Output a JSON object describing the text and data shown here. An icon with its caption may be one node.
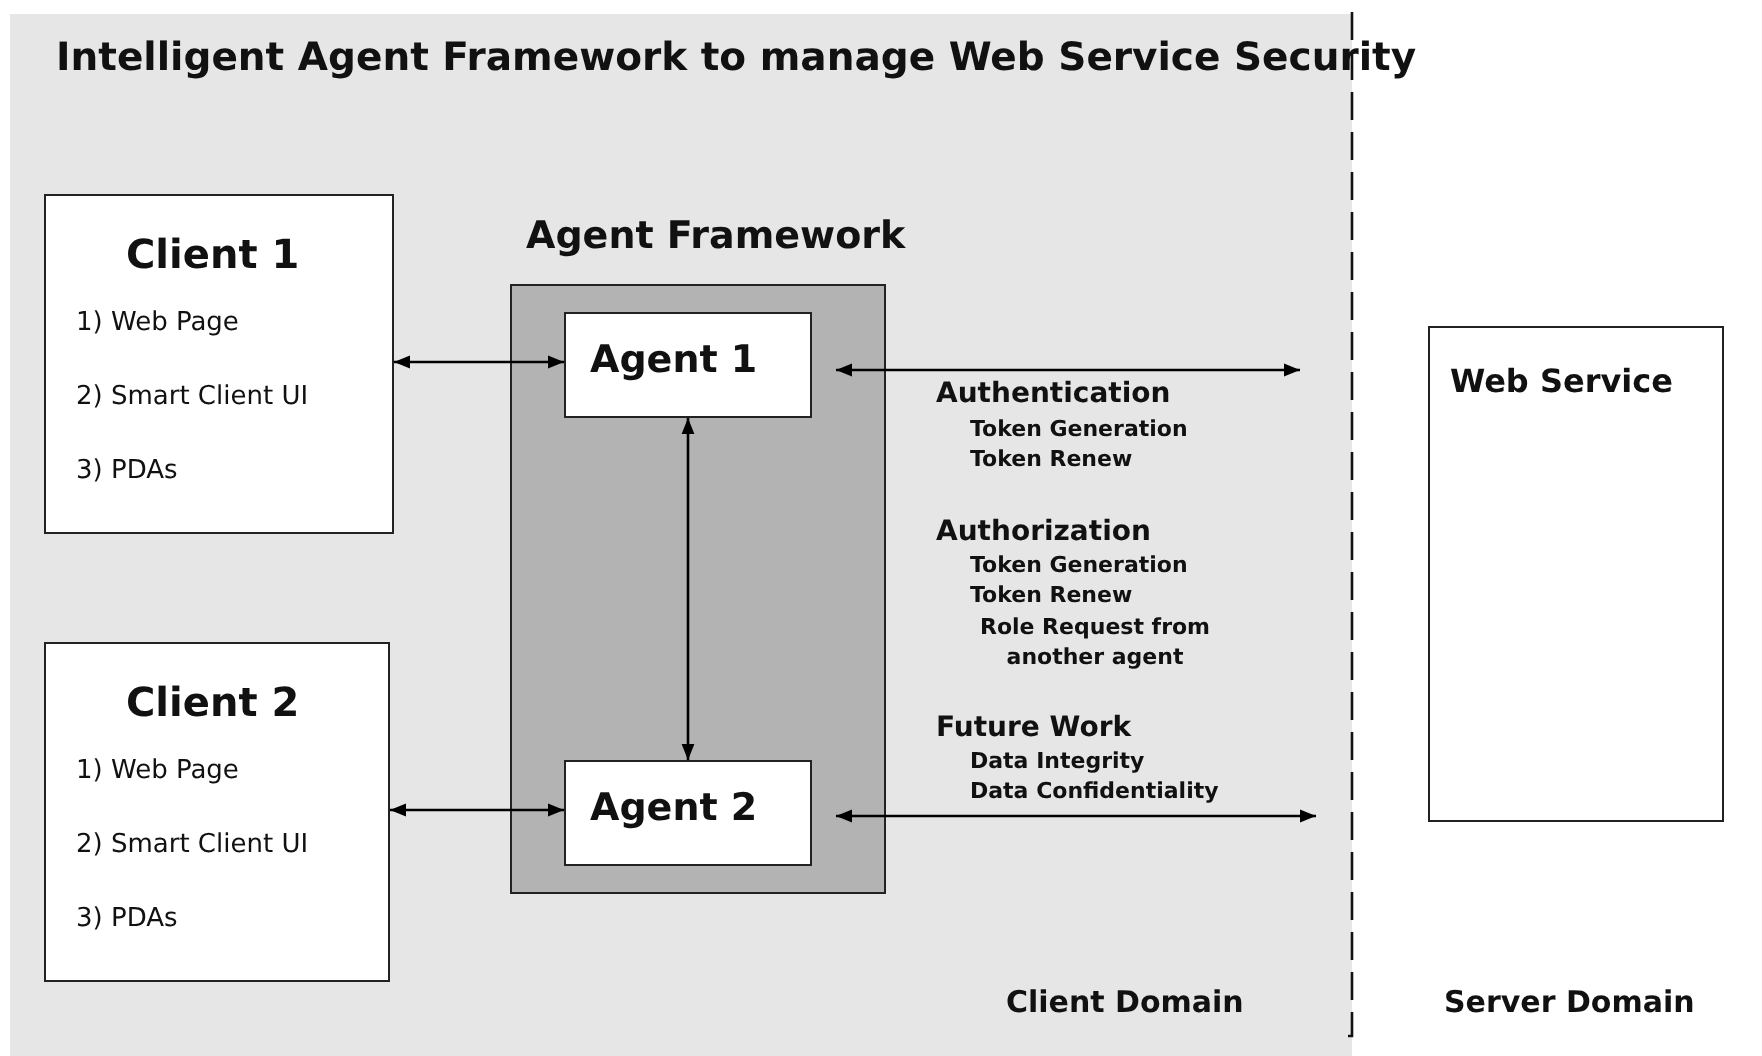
{
  "diagram": {
    "title": "Intelligent Agent Framework to manage Web Service Security",
    "nodes": [
      {
        "text": [
          "Client 1",
          "1) Web Page",
          "2) Smart Client UI",
          "3) PDAs"
        ]
      },
      {
        "text": [
          "Agent Framework"
        ]
      },
      {
        "text": [
          "Agent 1"
        ],
        "in": 1
      },
      {
        "text": [
          "Agent 2"
        ],
        "in": 1
      },
      {
        "text": [
          "Client 2",
          "1) Web Page",
          "2) Smart Client UI",
          "3) PDAs"
        ]
      },
      {
        "text": [
          "Web Service"
        ]
      }
    ],
    "edges": [
      {
        "from": 0,
        "to": 2,
        "arrow": "both"
      },
      {
        "from": 2,
        "to": null,
        "arrow": "both"
      },
      {
        "from": 2,
        "to": 3,
        "arrow": "both"
      },
      {
        "from": 4,
        "to": 3,
        "arrow": "both"
      },
      {
        "from": 3,
        "to": null,
        "arrow": "both"
      }
    ],
    "labels": [
      "Authentication",
      "Token Generation",
      "Token Renew",
      "Authorization",
      "Token Generation",
      "Token Renew",
      "Role Request from another agent",
      "Future Work",
      "Data Integrity",
      "Data Confidentiality",
      "Client Domain",
      "Server Domain"
    ]
  }
}
